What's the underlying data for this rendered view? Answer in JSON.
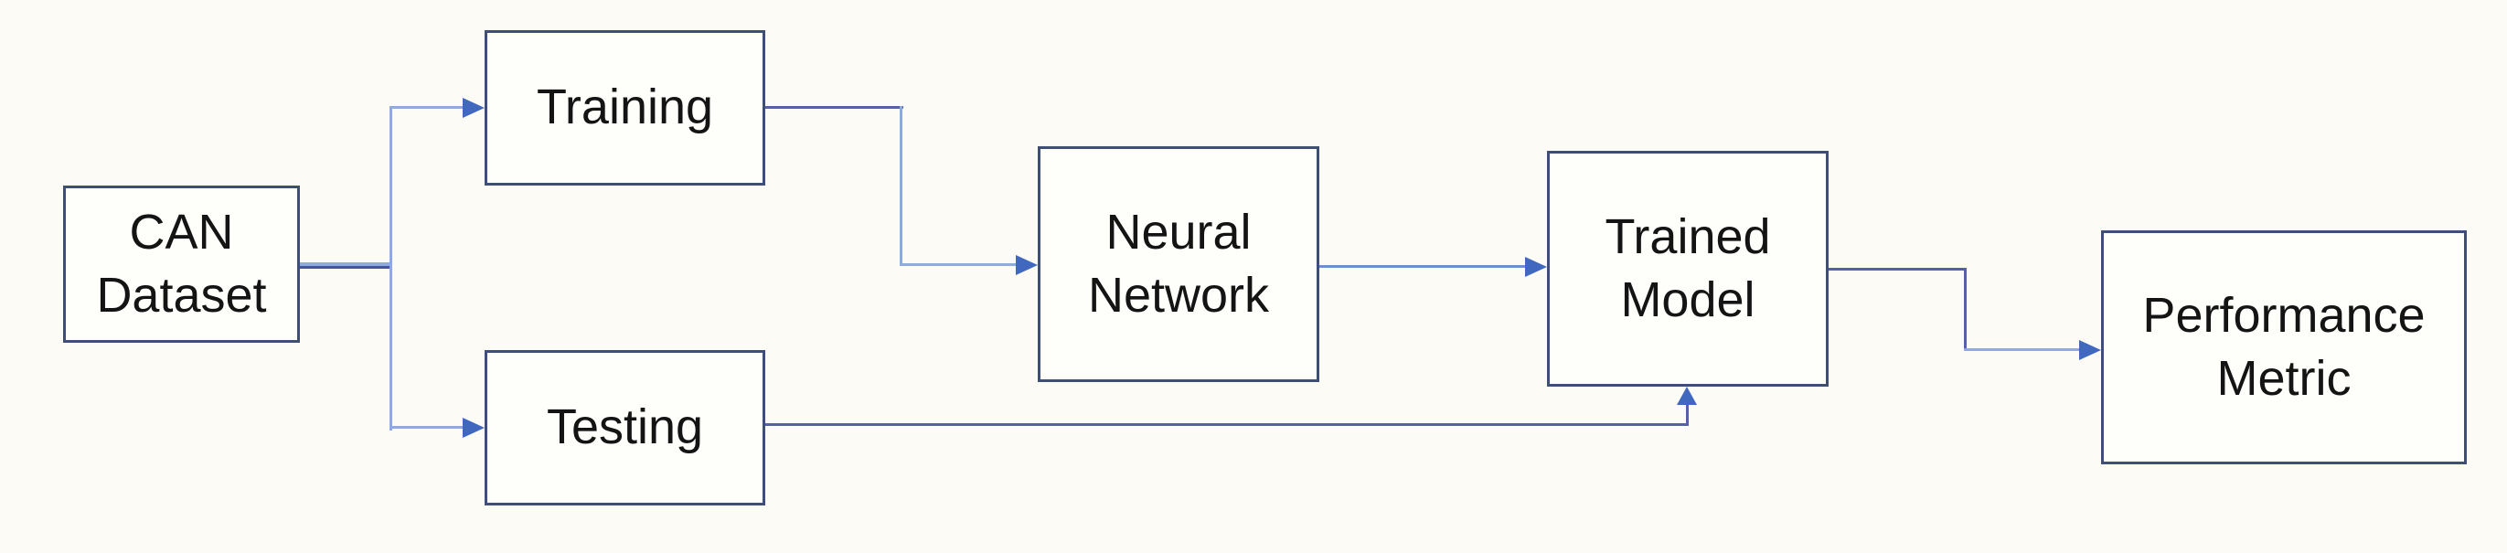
{
  "diagram": {
    "type": "flowchart",
    "nodes": [
      {
        "id": "can-dataset",
        "label": "CAN\nDataset"
      },
      {
        "id": "training",
        "label": "Training"
      },
      {
        "id": "testing",
        "label": "Testing"
      },
      {
        "id": "neural-network",
        "label": "Neural\nNetwork"
      },
      {
        "id": "trained-model",
        "label": "Trained\nModel"
      },
      {
        "id": "performance-metric",
        "label": "Performance\nMetric"
      }
    ],
    "edges": [
      {
        "from": "can-dataset",
        "to": "training"
      },
      {
        "from": "can-dataset",
        "to": "testing"
      },
      {
        "from": "training",
        "to": "neural-network"
      },
      {
        "from": "neural-network",
        "to": "trained-model"
      },
      {
        "from": "testing",
        "to": "trained-model"
      },
      {
        "from": "trained-model",
        "to": "performance-metric"
      }
    ],
    "colors": {
      "box_border": "#3E4E75",
      "box_fill": "#FEFEFB",
      "connector_light": "#8FAADC",
      "connector_dark": "#5560A8",
      "arrowhead": "#4068BE",
      "text": "#141414",
      "background": "#FCFBF6"
    }
  }
}
